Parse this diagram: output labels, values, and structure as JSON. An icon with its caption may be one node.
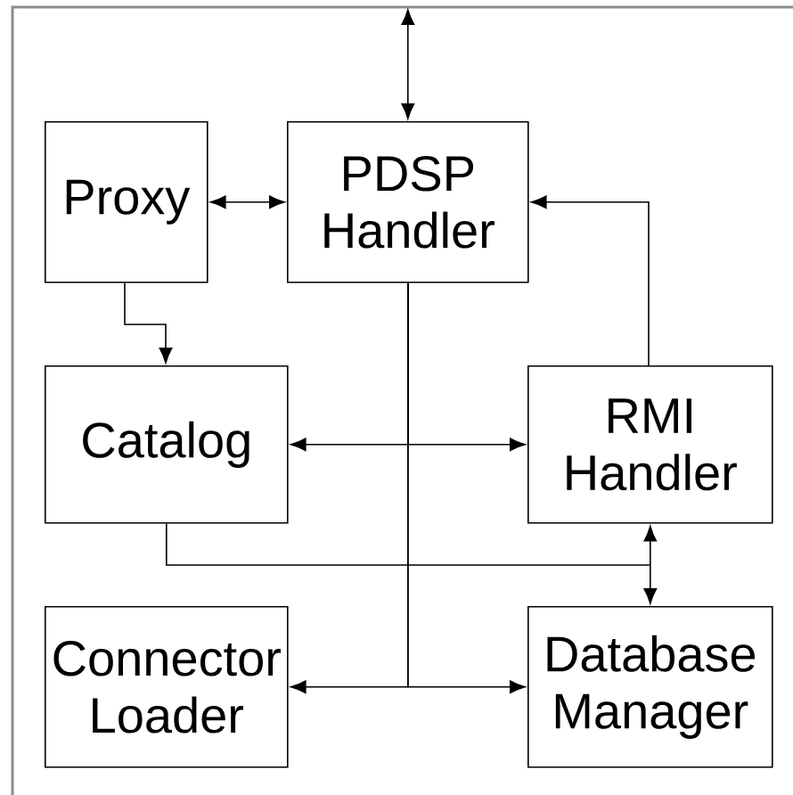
{
  "diagram": {
    "nodes": [
      {
        "text": [
          "Proxy"
        ]
      },
      {
        "text": [
          "PDSP Handler"
        ]
      },
      {
        "text": [
          "Catalog"
        ]
      },
      {
        "text": [
          "RMI Handler"
        ]
      },
      {
        "text": [
          "Connector Loader"
        ]
      },
      {
        "text": [
          "Database Manager"
        ]
      }
    ],
    "edges": [
      {
        "from": null,
        "to": 1,
        "arrow": "both"
      },
      {
        "from": 0,
        "to": 1,
        "arrow": "both"
      },
      {
        "from": 0,
        "to": 2,
        "arrow": "to"
      },
      {
        "from": 3,
        "to": 1,
        "arrow": "to"
      },
      {
        "from": 1,
        "to": 2,
        "arrow": "to"
      },
      {
        "from": 1,
        "to": 3,
        "arrow": "to"
      },
      {
        "from": 1,
        "to": 4,
        "arrow": "to"
      },
      {
        "from": 1,
        "to": 5,
        "arrow": "to"
      },
      {
        "from": 3,
        "to": 5,
        "arrow": "both"
      },
      {
        "from": 2,
        "to": 3,
        "arrow": "to"
      },
      {
        "from": 2,
        "to": 5,
        "arrow": "to"
      }
    ]
  }
}
